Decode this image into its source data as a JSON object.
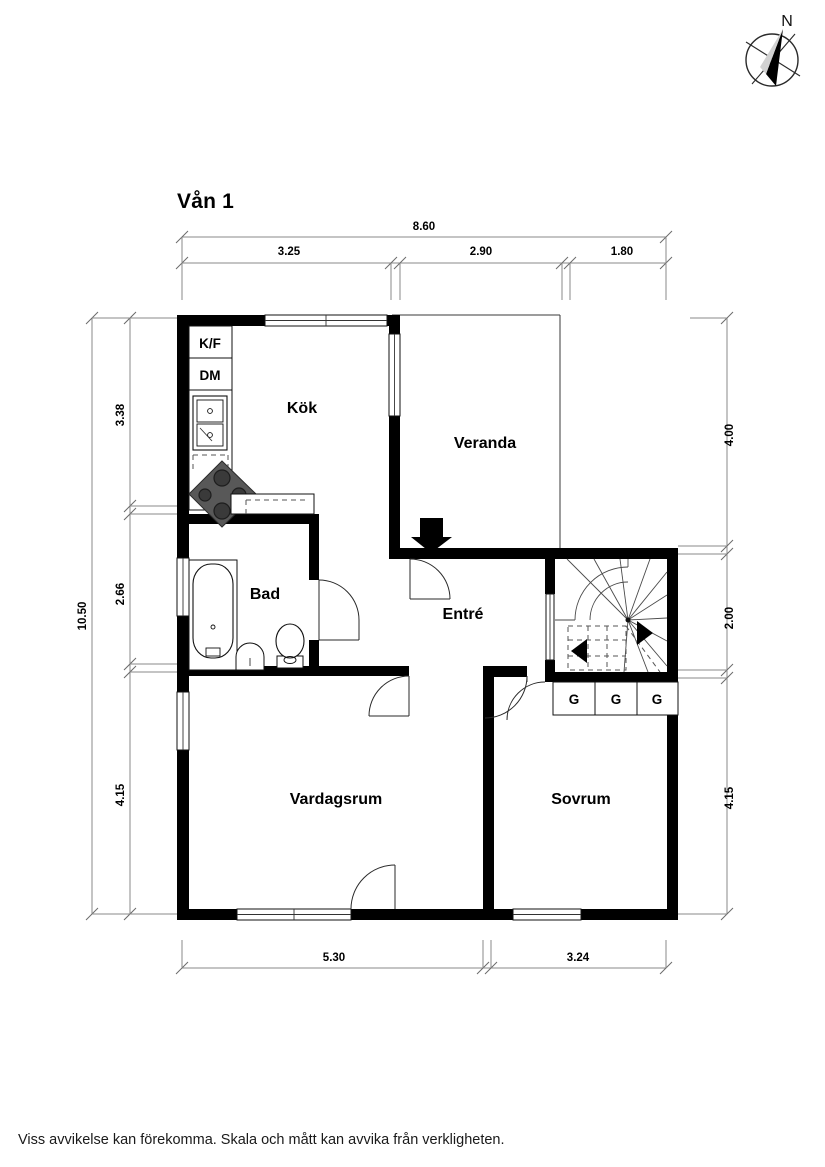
{
  "document": {
    "floor_title": "Vån 1",
    "disclaimer": "Viss avvikelse kan förekomma. Skala och mått kan avvika från verkligheten."
  },
  "compass": {
    "north_label": "N"
  },
  "rooms": [
    {
      "id": "kok",
      "label": "Kök"
    },
    {
      "id": "veranda",
      "label": "Veranda"
    },
    {
      "id": "bad",
      "label": "Bad"
    },
    {
      "id": "entre",
      "label": "Entré"
    },
    {
      "id": "vardagsrum",
      "label": "Vardagsrum"
    },
    {
      "id": "sovrum",
      "label": "Sovrum"
    }
  ],
  "appliances": [
    {
      "id": "fridge_freezer",
      "label": "K/F"
    },
    {
      "id": "dishwasher",
      "label": "DM"
    }
  ],
  "closets": [
    {
      "id": "g1",
      "label": "G"
    },
    {
      "id": "g2",
      "label": "G"
    },
    {
      "id": "g3",
      "label": "G"
    }
  ],
  "dimensions": {
    "top_overall": "8.60",
    "top_segments": [
      "3.25",
      "2.90",
      "1.80"
    ],
    "left_overall": "10.50",
    "left_segments": [
      "3.38",
      "2.66",
      "4.15"
    ],
    "right_segments": [
      "4.00",
      "2.00",
      "4.15"
    ],
    "bottom_segments": [
      "5.30",
      "3.24"
    ]
  },
  "colors": {
    "wall": "#000000",
    "background": "#ffffff",
    "dimension_line": "#8a8a8a",
    "fixture_line": "#111111",
    "cooktop_body": "#585858",
    "cooktop_burner": "#3a3a3a"
  }
}
